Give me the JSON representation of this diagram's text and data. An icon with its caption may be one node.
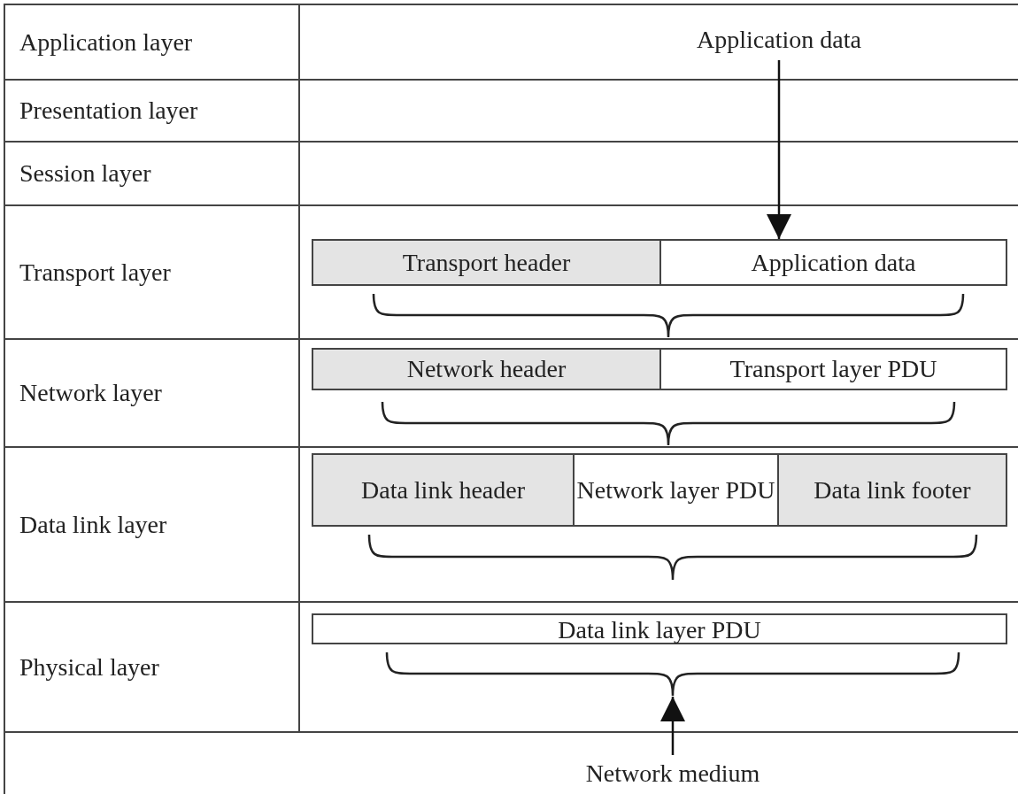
{
  "diagram": {
    "nodes": [
      {
        "text": [
          "Application data"
        ]
      },
      {
        "text": [
          "Transport header"
        ]
      },
      {
        "text": [
          "Application data"
        ]
      },
      {
        "text": [],
        "shape": "brace"
      },
      {
        "text": [
          "Network header"
        ]
      },
      {
        "text": [
          "Transport layer PDU"
        ]
      },
      {
        "text": [],
        "shape": "brace"
      },
      {
        "text": [
          "Data link header"
        ]
      },
      {
        "text": [
          "Network layer PDU"
        ]
      },
      {
        "text": [
          "Data link footer"
        ]
      },
      {
        "text": [],
        "shape": "brace"
      },
      {
        "text": [
          "Data link layer PDU"
        ]
      },
      {
        "text": [],
        "shape": "brace"
      },
      {
        "text": [
          "Network medium"
        ]
      }
    ],
    "edges": [
      {
        "from": 0,
        "to": 2,
        "arrow": "to"
      },
      {
        "from": 13,
        "to": 12,
        "arrow": "to"
      }
    ],
    "labels": [
      "Application layer",
      "Presentation layer",
      "Session layer",
      "Transport layer",
      "Network layer",
      "Data link layer",
      "Physical layer"
    ]
  }
}
